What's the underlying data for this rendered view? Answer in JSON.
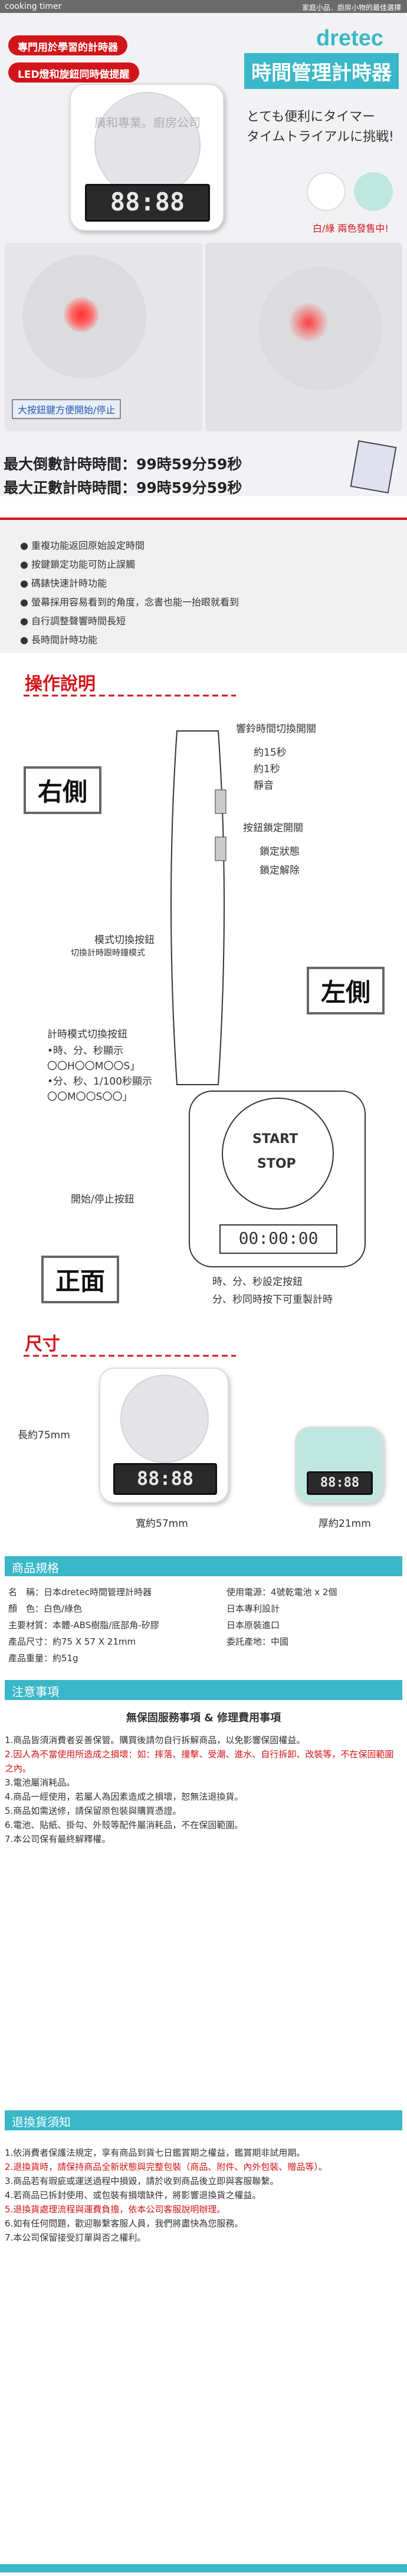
{
  "topbar": {
    "left": "cooking timer",
    "right": "家庭小品．廚房小物的最佳選擇"
  },
  "hero": {
    "pill1": "專門用於學習的計時器",
    "pill2": "LED燈和旋鈕同時做提醒",
    "brand": "dretec",
    "product_name": "時間管理計時器",
    "catch_line1": "とても便利にタイマー",
    "catch_line2": "タイムトライアルに挑戦!",
    "watermark": "廣和專業。廚房公司",
    "lcd_time": "88:88",
    "color_note": "白/綠 兩色發售中!",
    "knob_note": "大按鈕鍵方便開始/停止"
  },
  "specs": {
    "max_countdown": "最大倒數計時時間：99時59分59秒",
    "max_countup": "最大正數計時時間：99時59分59秒"
  },
  "features": [
    "● 重複功能返回原始設定時間",
    "● 按鍵鎖定功能可防止誤觸",
    "● 碼錶快速計時功能",
    "● 螢幕採用容易看到的角度，念書也能一抬眼就看到",
    "● 自行調整聲響時間長短",
    "● 長時間計時功能"
  ],
  "operation": {
    "title": "操作說明",
    "right_label": "右側",
    "left_label": "左側",
    "front_label": "正面",
    "sound_switch": "響鈴時間切換開關",
    "sound_opt1": "約15秒",
    "sound_opt2": "約1秒",
    "sound_opt3": "靜音",
    "lock_switch": "按鈕鎖定開關",
    "lock_on": "鎖定狀態",
    "lock_off": "鎖定解除",
    "mode_switch": "模式切換按鈕",
    "mode_desc": "切換計時跟時鐘模式",
    "timer_mode": "計時模式切換按鈕",
    "timer_mode_a": "•時、分、秒顯示",
    "timer_mode_a2": "〇〇H〇〇M〇〇S」",
    "timer_mode_b": "•分、秒、1/100秒顯示",
    "timer_mode_b2": "〇〇M〇〇S〇〇」",
    "start_stop": "開始/停止按鈕",
    "start": "START",
    "stop": "STOP",
    "time_set": "時、分、秒設定按鈕",
    "time_set2": "分、秒同時按下可重製計時",
    "lcd": "00:00:00"
  },
  "size": {
    "title": "尺寸",
    "height": "長約75mm",
    "width": "寬約57mm",
    "depth": "厚約21mm"
  },
  "info": {
    "header": "商品規格",
    "rows": [
      [
        "名　稱：日本dretec時間管理計時器",
        "使用電源：4號乾電池 x 2個"
      ],
      [
        "顏　色：白色/綠色",
        "日本專利設計"
      ],
      [
        "主要材質：本體-ABS樹脂/底部角-矽膠",
        "日本原裝進口"
      ],
      [
        "產品尺寸：約75 X 57 X 21mm",
        "委託產地：中國"
      ],
      [
        "產品重量：約51g",
        ""
      ]
    ]
  },
  "notes": {
    "header": "注意事項",
    "subtitle": "無保固服務事項 & 修理費用事項",
    "items": [
      "1.商品皆須消費者妥善保管。購買後請勿自行拆解商品，以免影響保固權益。",
      "2.因人為不當使用所造成之損壞：如：摔落、撞擊、受潮、進水、自行拆卸、改裝等，不在保固範圍之內。",
      "3.電池屬消耗品。",
      "4.商品一經使用，若屬人為因素造成之損壞，恕無法退換貨。",
      "5.商品如需送修，請保留原包裝與購買憑證。",
      "6.電池、貼紙、掛勾、外殼等配件屬消耗品，不在保固範圍。",
      "7.本公司保有最終解釋權。"
    ]
  },
  "returns": {
    "header": "退換貨須知",
    "items": [
      "1.依消費者保護法規定，享有商品到貨七日鑑賞期之權益，鑑賞期非試用期。",
      "2.退換貨時，請保持商品全新狀態與完整包裝（商品、附件、內外包裝、贈品等）。",
      "3.商品若有瑕疵或運送過程中損毀，請於收到商品後立即與客服聯繫。",
      "4.若商品已拆封使用、或包裝有損壞缺件，將影響退換貨之權益。",
      "5.退換貨處理流程與運費負擔，依本公司客服說明辦理。",
      "6.如有任何問題，歡迎聯繫客服人員，我們將盡快為您服務。",
      "7.本公司保留接受訂單與否之權利。"
    ]
  },
  "colors": {
    "accent": "#d2151a",
    "brand": "#3ab7c8"
  }
}
